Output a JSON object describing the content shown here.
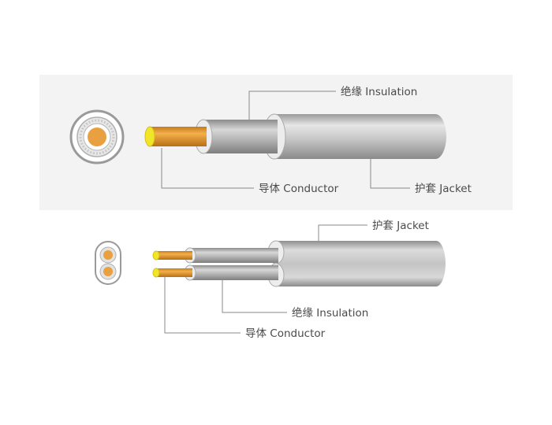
{
  "colors": {
    "panel_bg": "#f3f3f3",
    "jacket": "#cbcbcb",
    "jacket_dark": "#8d8d8d",
    "insulation": "#b9b9b9",
    "insulation_face": "#ececec",
    "conductor": "#e09a2e",
    "conductor_face": "#f3e52a",
    "leader_line": "#8a8a8a",
    "label_text": "#4a4a4a"
  },
  "top_cable": {
    "insulation_label": "绝缘 Insulation",
    "conductor_label": "导体 Conductor",
    "jacket_label": "护套 Jacket"
  },
  "bottom_cable": {
    "jacket_label": "护套 Jacket",
    "insulation_label": "绝缘 Insulation",
    "conductor_label": "导体 Conductor"
  }
}
